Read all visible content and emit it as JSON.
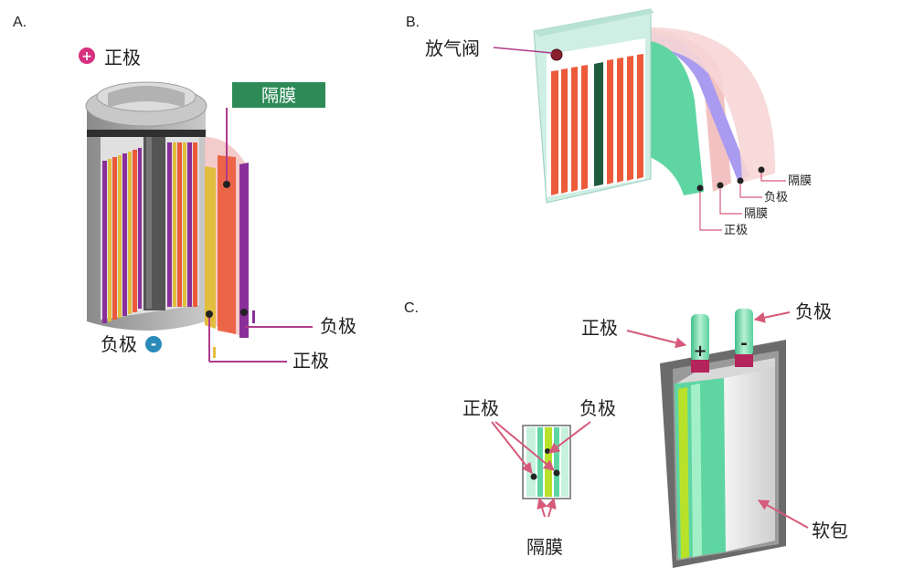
{
  "panels": {
    "a": {
      "letter": "A.",
      "positive_label": "正极",
      "negative_label": "负极",
      "separator_label": "隔膜",
      "callout_negative": "负极",
      "callout_positive": "正极",
      "positive_sign": "+",
      "negative_sign": "-"
    },
    "b": {
      "letter": "B.",
      "vent_label": "放气阀",
      "label_separator_1": "隔膜",
      "label_negative": "负极",
      "label_separator_2": "隔膜",
      "label_positive": "正极"
    },
    "c": {
      "letter": "C.",
      "label_positive_tab": "正极",
      "label_negative_tab": "负极",
      "tab_plus": "+",
      "tab_minus": "-",
      "cross_positive": "正极",
      "cross_negative": "负极",
      "cross_separator": "隔膜",
      "pouch_label": "软包"
    }
  },
  "colors": {
    "positive_badge": "#d6307f",
    "negative_badge": "#2a8bb8",
    "separator_box": "#2e8b57",
    "callout_line": "#b03a8c",
    "arrow_pink": "#d65a7a",
    "electrode_red": "#ec5a3a",
    "electrode_purple": "#8a2f9a",
    "electrode_yellow": "#e2bd3e",
    "green_sheet": "#5fd6a2",
    "lavender_sheet": "#a99cf0",
    "pink_sheet": "#f2c2c2"
  }
}
